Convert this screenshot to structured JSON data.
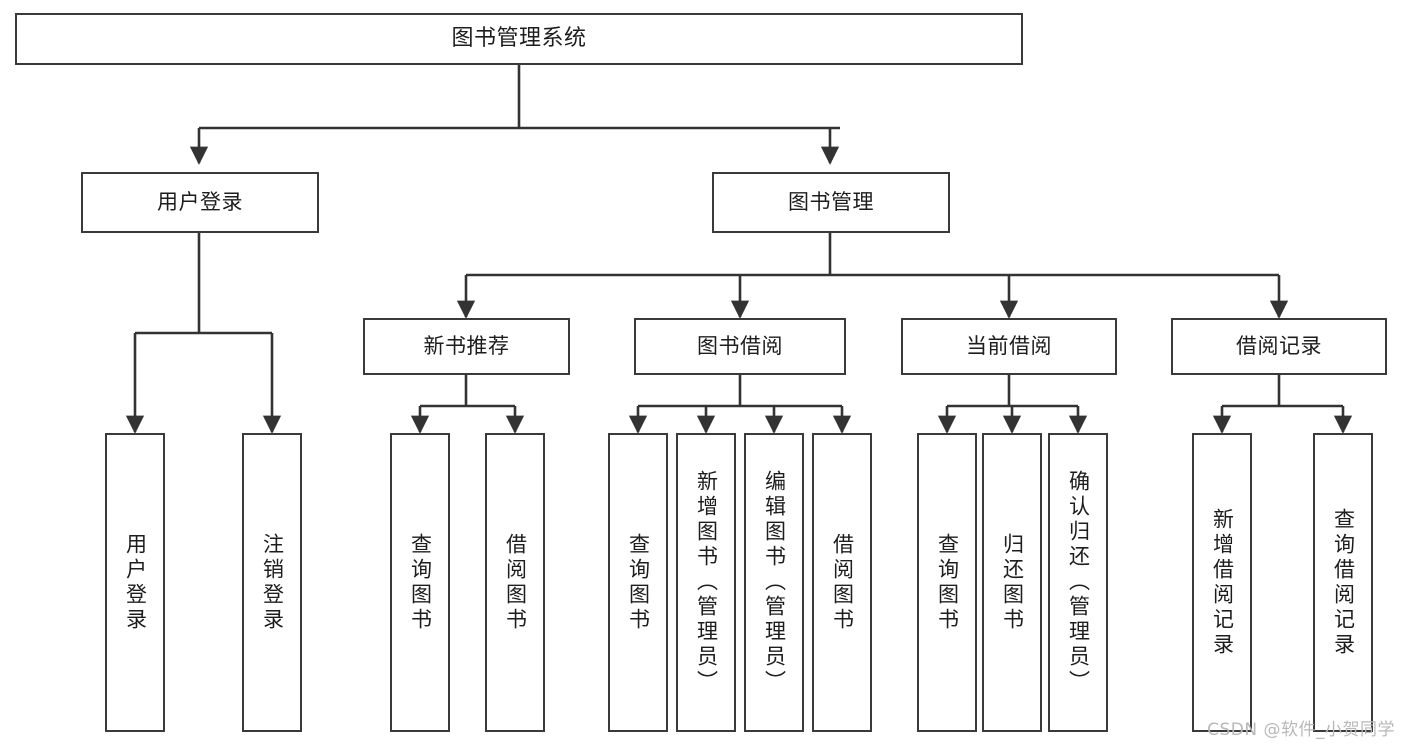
{
  "diagram": {
    "title": "图书管理系统",
    "type": "tree",
    "watermark": "CSDN @软件_小贺同学",
    "colors": {
      "box_border": "#3a3a3a",
      "box_fill": "#ffffff",
      "edge": "#333333",
      "text": "#1d1d1d",
      "watermark": "#b8b8b8"
    },
    "levels": {
      "root": [
        "图书管理系统"
      ],
      "level2": [
        "用户登录",
        "图书管理"
      ],
      "level3": [
        "新书推荐",
        "图书借阅",
        "当前借阅",
        "借阅记录"
      ]
    },
    "nodes": {
      "root": {
        "label": "图书管理系统"
      },
      "user_login": {
        "label": "用户登录"
      },
      "book_manage": {
        "label": "图书管理"
      },
      "new_book_rec": {
        "label": "新书推荐"
      },
      "book_borrow": {
        "label": "图书借阅"
      },
      "current_borrow": {
        "label": "当前借阅"
      },
      "borrow_record": {
        "label": "借阅记录"
      },
      "leaf_user_login": {
        "label": "用户登录"
      },
      "leaf_user_logout": {
        "label": "注销登录"
      },
      "leaf_query_book_1": {
        "label": "查询图书"
      },
      "leaf_borrow_book_1": {
        "label": "借阅图书"
      },
      "leaf_query_book_2": {
        "label": "查询图书"
      },
      "leaf_add_book_admin": {
        "label": "新增图书（管理员）"
      },
      "leaf_edit_book_admin": {
        "label": "编辑图书（管理员）"
      },
      "leaf_borrow_book_2": {
        "label": "借阅图书"
      },
      "leaf_query_book_3": {
        "label": "查询图书"
      },
      "leaf_return_book": {
        "label": "归还图书"
      },
      "leaf_confirm_return_admin": {
        "label": "确认归还（管理员）"
      },
      "leaf_add_borrow_record": {
        "label": "新增借阅记录"
      },
      "leaf_query_borrow_record": {
        "label": "查询借阅记录"
      }
    },
    "relations": [
      {
        "from": "图书管理系统",
        "to": "用户登录"
      },
      {
        "from": "图书管理系统",
        "to": "图书管理"
      },
      {
        "from": "用户登录",
        "to": "用户登录"
      },
      {
        "from": "用户登录",
        "to": "注销登录"
      },
      {
        "from": "图书管理",
        "to": "新书推荐"
      },
      {
        "from": "图书管理",
        "to": "图书借阅"
      },
      {
        "from": "图书管理",
        "to": "当前借阅"
      },
      {
        "from": "图书管理",
        "to": "借阅记录"
      },
      {
        "from": "新书推荐",
        "to": "查询图书"
      },
      {
        "from": "新书推荐",
        "to": "借阅图书"
      },
      {
        "from": "图书借阅",
        "to": "查询图书"
      },
      {
        "from": "图书借阅",
        "to": "新增图书（管理员）"
      },
      {
        "from": "图书借阅",
        "to": "编辑图书（管理员）"
      },
      {
        "from": "图书借阅",
        "to": "借阅图书"
      },
      {
        "from": "当前借阅",
        "to": "查询图书"
      },
      {
        "from": "当前借阅",
        "to": "归还图书"
      },
      {
        "from": "当前借阅",
        "to": "确认归还（管理员）"
      },
      {
        "from": "借阅记录",
        "to": "新增借阅记录"
      },
      {
        "from": "借阅记录",
        "to": "查询借阅记录"
      }
    ]
  }
}
